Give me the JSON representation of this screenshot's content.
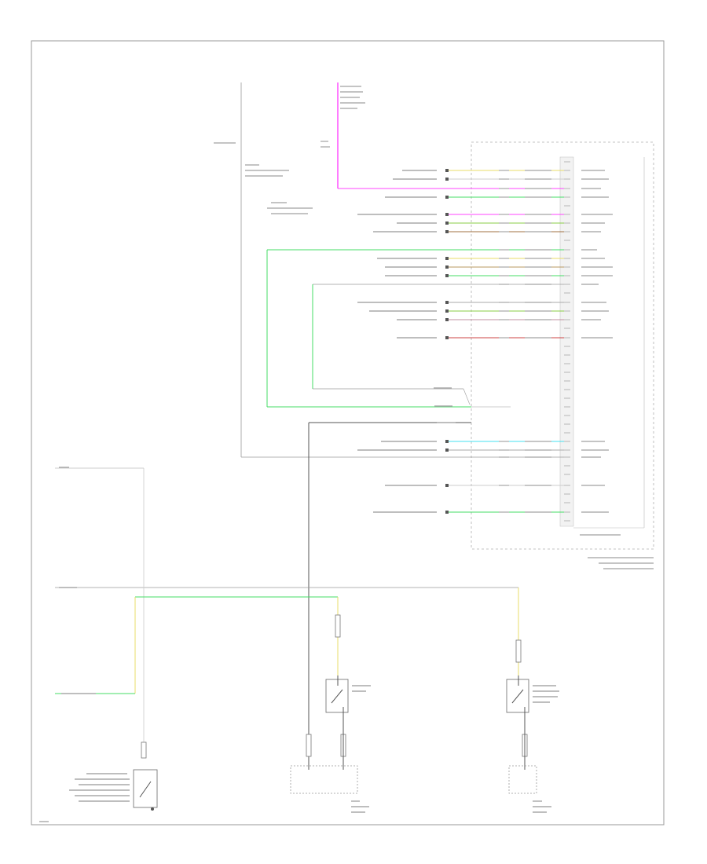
{
  "colors": {
    "background": "#ffffff",
    "frame": "#9a9a9a",
    "ground_wire": "#555555",
    "pink_wire": "#ff44ff",
    "green_wire": "#44dd66",
    "yellow_wire": "#e8dc6a",
    "cyan_wire": "#44e0f0",
    "red_wire": "#cc4444",
    "brown_wire": "#a07040",
    "white_wire": "#dddddd",
    "text_grey": "#8a8a8a"
  },
  "connectors": {
    "row_group_1": [
      "A1",
      "A2",
      "A3",
      "A4"
    ],
    "row_group_2": [
      "B1",
      "B2",
      "B3"
    ],
    "row_group_3": [
      "C1",
      "C2",
      "C3",
      "C4"
    ],
    "row_group_4": [
      "D1",
      "D2",
      "D3",
      "D4"
    ],
    "row_group_5": [
      "E1",
      "E2",
      "E3"
    ]
  },
  "icons": {
    "switch": "switch-icon",
    "ground": "ground-icon",
    "connector_pin": "connector-pin-icon"
  }
}
